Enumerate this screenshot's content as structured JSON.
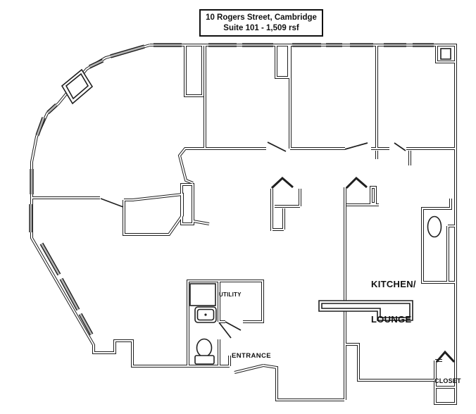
{
  "title_box": {
    "line1": "10 Rogers Street, Cambridge",
    "line2": "Suite 101 - 1,509 rsf"
  },
  "rooms": {
    "kitchen_lounge_line1": "KITCHEN/",
    "kitchen_lounge_line2": "LOUNGE",
    "utility": "UTILITY",
    "entrance": "ENTRANCE",
    "closet": "CLOSET"
  },
  "colors": {
    "wall": "#1f1f1f",
    "window_core": "#b3b3b3",
    "background": "#ffffff"
  }
}
